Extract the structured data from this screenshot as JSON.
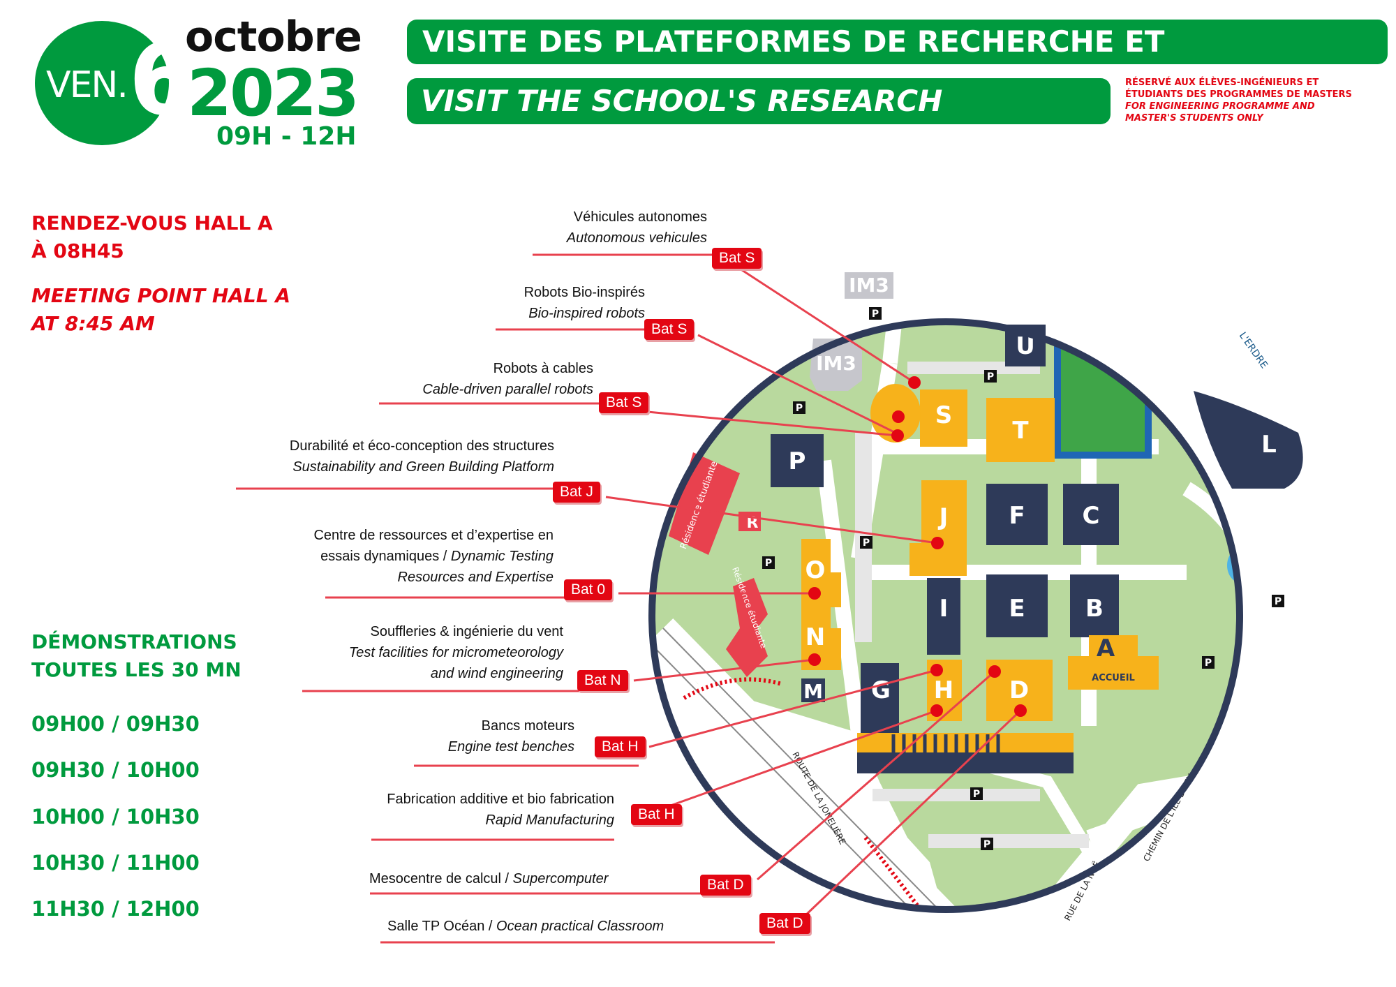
{
  "header": {
    "day_prefix": "VEN.",
    "day_number": "6",
    "month": "octobre",
    "year": "2023",
    "hours": "09H - 12H",
    "title_fr": "VISITE DES PLATEFORMES DE RECHERCHE ET D'ENSEIGNEMENT",
    "title_en": "VISIT THE SCHOOL'S RESEARCH PLATFORMS",
    "reserved_fr": "RÉSERVÉ AUX ÉLÈVES-INGÉNIEURS ET ÉTUDIANTS DES PROGRAMMES DE MASTERS",
    "reserved_en": "FOR ENGINEERING PROGRAMME AND MASTER'S STUDENTS ONLY"
  },
  "meeting": {
    "fr_line1": "RENDEZ-VOUS HALL A",
    "fr_line2": "À 08H45",
    "en_line1": "MEETING POINT HALL A",
    "en_line2": "AT 8:45 AM"
  },
  "demos": {
    "title_line1": "DÉMONSTRATIONS",
    "title_line2": "TOUTES LES 30 MN",
    "slots": [
      "09H00 / 09H30",
      "09H30 / 10H00",
      "10H00 / 10H30",
      "10H30 / 11H00",
      "11H30 / 12H00"
    ]
  },
  "platforms": [
    {
      "fr": "Véhicules autonomes",
      "en": "Autonomous vehicules",
      "tag": "Bat S"
    },
    {
      "fr": "Robots Bio-inspirés",
      "en": "Bio-inspired robots",
      "tag": "Bat S"
    },
    {
      "fr": "Robots à cables",
      "en": "Cable-driven parallel robots",
      "tag": "Bat S"
    },
    {
      "fr": "Durabilité et éco-conception des structures",
      "en": "Sustainability and Green Building Platform",
      "tag": "Bat J"
    },
    {
      "fr1": "Centre de ressources et d’expertise en",
      "fr2": "essais dynamiques / ",
      "en2": "Dynamic Testing",
      "en3": "Resources and Expertise",
      "tag": "Bat 0"
    },
    {
      "fr": "Souffleries & ingénierie du vent",
      "en1": "Test facilities for micrometeorology",
      "en2": "and wind engineering",
      "tag": "Bat N"
    },
    {
      "fr": "Bancs moteurs",
      "en": "Engine test benches",
      "tag": "Bat H"
    },
    {
      "fr": "Fabrication additive et bio fabrication",
      "en": "Rapid Manufacturing",
      "tag": "Bat H"
    },
    {
      "fr": "Mesocentre de calcul / ",
      "en": "Supercomputer",
      "tag": "Bat D"
    },
    {
      "fr": "Salle TP Océan / ",
      "en": "Ocean practical Classroom",
      "tag": "Bat D"
    }
  ],
  "map": {
    "buildings_dark": [
      "U",
      "P",
      "F",
      "C",
      "I",
      "E",
      "B",
      "G",
      "M",
      "L"
    ],
    "buildings_orange": [
      "S",
      "T",
      "J",
      "O",
      "N",
      "H",
      "D",
      "A"
    ],
    "buildings_grey": [
      "IM3",
      "IM3"
    ],
    "accueil": "ACCUEIL",
    "parking": "P",
    "river": "L'ERDRE",
    "residence_1": "Résidence étudiante",
    "residence_2": "Résidence étudiante",
    "residence_r": "R",
    "road_1": "ROUTE DE LA JONELIÈRE",
    "road_2": "RUE DE LA NOË",
    "road_3": "CHEMIN DE L'ILE D'YEU",
    "colors": {
      "green": "#009a3e",
      "red": "#e30613",
      "navy": "#2e3a59",
      "orange": "#f7b21b",
      "lawn": "#b9d99e"
    }
  }
}
